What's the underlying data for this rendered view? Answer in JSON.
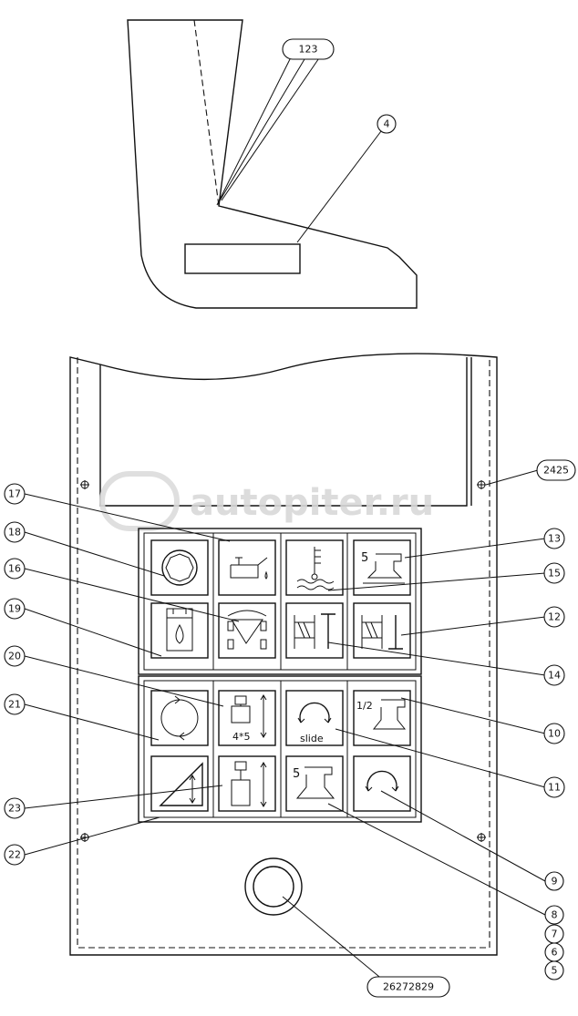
{
  "watermark": {
    "text": "autopiter.ru"
  },
  "callouts": {
    "c123": "123",
    "c4": "4",
    "c2425": "2425",
    "c17": "17",
    "c18": "18",
    "c13": "13",
    "c16": "16",
    "c15": "15",
    "c19": "19",
    "c12": "12",
    "c20": "20",
    "c14": "14",
    "c21": "21",
    "c10": "10",
    "c11": "11",
    "c23": "23",
    "c22": "22",
    "c9": "9",
    "c8": "8",
    "c7": "7",
    "c6": "6",
    "c5": "5",
    "c26272829": "26272829"
  },
  "icons": {
    "mark_5": "5",
    "mark_4x5": "4*5",
    "mark_slide": "slide",
    "mark_half": "1/2",
    "mark_5b": "5"
  }
}
